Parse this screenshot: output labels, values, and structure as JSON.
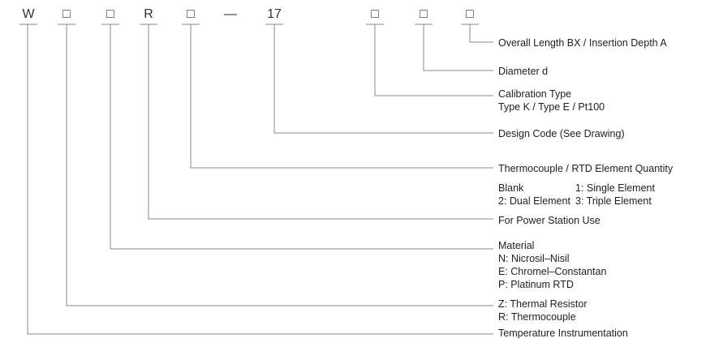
{
  "model_code": {
    "positions": [
      "W",
      "□",
      "□",
      "R",
      "□",
      "—",
      "17",
      "□",
      "□",
      "□"
    ]
  },
  "descriptions": {
    "overall_length": "Overall Length BX / Insertion Depth A",
    "diameter": "Diameter d",
    "calibration": {
      "title": "Calibration Type",
      "values": "Type K / Type E / Pt100"
    },
    "design_code": "Design Code (See Drawing)",
    "element_quantity": "Thermocouple / RTD Element Quantity",
    "quantity_options": {
      "blank": "Blank",
      "single": "1: Single Element",
      "dual": "2: Dual Element",
      "triple": "3: Triple Element"
    },
    "power_station": "For Power Station Use",
    "material": {
      "title": "Material",
      "items": [
        "N: Nicrosil–Nisil",
        "E: Chromel–Constantan",
        "P: Platinum RTD"
      ]
    },
    "type": {
      "items": [
        "Z: Thermal Resistor",
        "R: Thermocouple"
      ]
    },
    "category": "Temperature Instrumentation"
  },
  "colors": {
    "line": "#8a8a8a",
    "text": "#1f1f1f"
  }
}
